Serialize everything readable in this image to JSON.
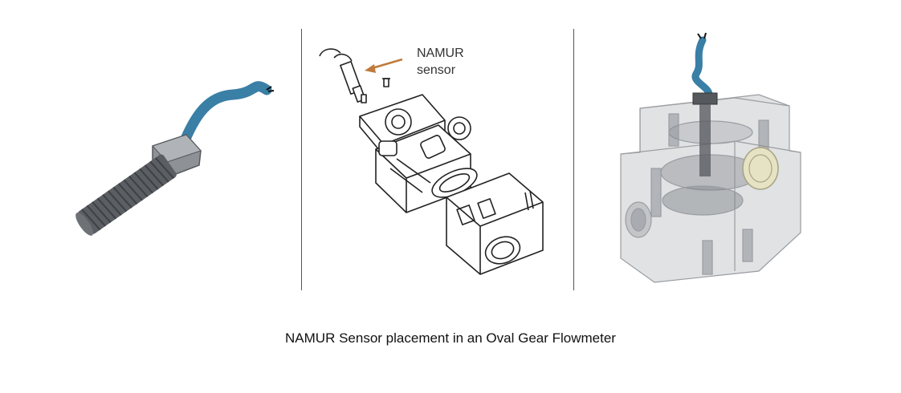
{
  "callout": {
    "line1": "NAMUR",
    "line2": "sensor",
    "arrow_color": "#c07a3c"
  },
  "caption": "NAMUR Sensor placement in an Oval Gear Flowmeter",
  "colors": {
    "cable": "#3a7fa6",
    "thread": "#5b5e63",
    "nut": "#8a8d91",
    "line": "#222222",
    "ghost": "#c9cbce"
  }
}
